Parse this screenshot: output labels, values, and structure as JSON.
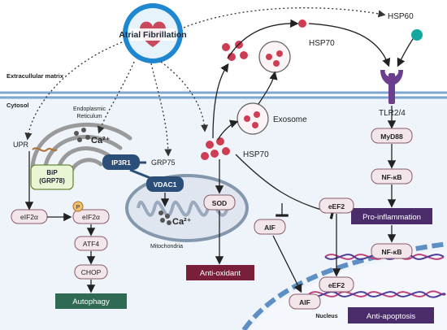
{
  "title": "Atrial Fibrillation",
  "regions": {
    "extracellular": "Extracullular matrix",
    "cytosol": "Cytosol",
    "er": "Endoplasmic\nReticulum",
    "mitochondria": "Mitochondria",
    "nucleus": "Nucleus"
  },
  "labels": {
    "hsp60": "HSP60",
    "hsp70_top": "HSP70",
    "hsp70_mid": "HSP70",
    "exosome": "Exosome",
    "tlr": "TLR2/4",
    "upr": "UPR",
    "ca_er": "Ca²⁺",
    "ca_mito": "Ca²⁺",
    "grp75": "GRP75"
  },
  "nodes": {
    "bip": "BiP\n(GRP78)",
    "p_mark": "P",
    "eif2a_left": "eIF2α",
    "eif2a_right": "eIF2α",
    "atf4": "ATF4",
    "chop": "CHOP",
    "autophagy": "Autophagy",
    "ip3r1": "IP3R1",
    "vdac1": "VDAC1",
    "sod": "SOD",
    "antioxidant": "Anti-oxidant",
    "aif_cyto": "AIF",
    "aif_nuc": "AIF",
    "eef2_cyto": "eEF2",
    "eef2_nuc": "eEF2",
    "myd88": "MyD88",
    "nfkb_1": "NF-κB",
    "nfkb_2": "NF-κB",
    "proinflammation": "Pro-inflammation",
    "antiapoptosis": "Anti-apoptosis"
  },
  "colors": {
    "membrane": "#7fa7cf",
    "cytosol_bg": "#eef4fa",
    "hsp_dot": "#cf3d55",
    "tlr": "#6b3f8e",
    "hsp60_dot": "#14a8a0",
    "node_bg": "#f2e6ea",
    "node_border": "#8a5a6a",
    "outcome_purple": "#4b2c6b",
    "outcome_green": "#2f6b52",
    "outcome_maroon": "#7a1f3a",
    "node_blue": "#2c4f7a"
  }
}
